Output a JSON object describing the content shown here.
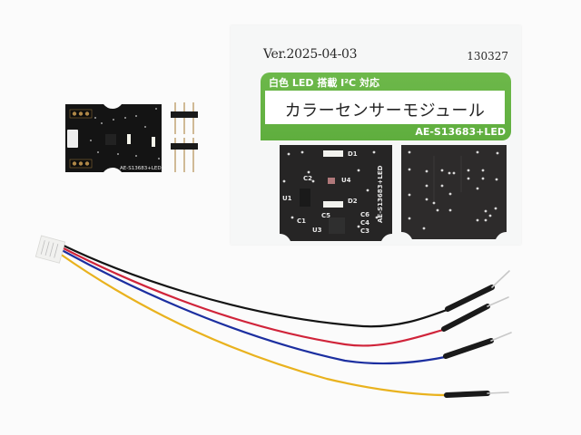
{
  "package": {
    "version": "Ver.2025-04-03",
    "serial": "130327",
    "tagline": "白色 LED 搭載 I²C 対応",
    "product_name": "カラーセンサーモジュール",
    "model": "AE-S13683+LED",
    "accent_color": "#62b040"
  },
  "package_pcb_front": {
    "silkscreen_model": "AE-S13683+LED",
    "components": [
      "D1",
      "D2",
      "U1",
      "U3",
      "U4",
      "C1",
      "C2",
      "C3",
      "C4",
      "C5",
      "C6"
    ]
  },
  "module": {
    "silkscreen_model": "AE-S13683+LED",
    "board_color": "#141414"
  },
  "pin_headers": {
    "count": 2,
    "pins_each": 3
  },
  "cable": {
    "wires": [
      {
        "color_name": "black",
        "color": "#141414"
      },
      {
        "color_name": "red",
        "color": "#d0243a"
      },
      {
        "color_name": "blue",
        "color": "#1c2fa0"
      },
      {
        "color_name": "yellow",
        "color": "#e9b21e"
      }
    ]
  }
}
